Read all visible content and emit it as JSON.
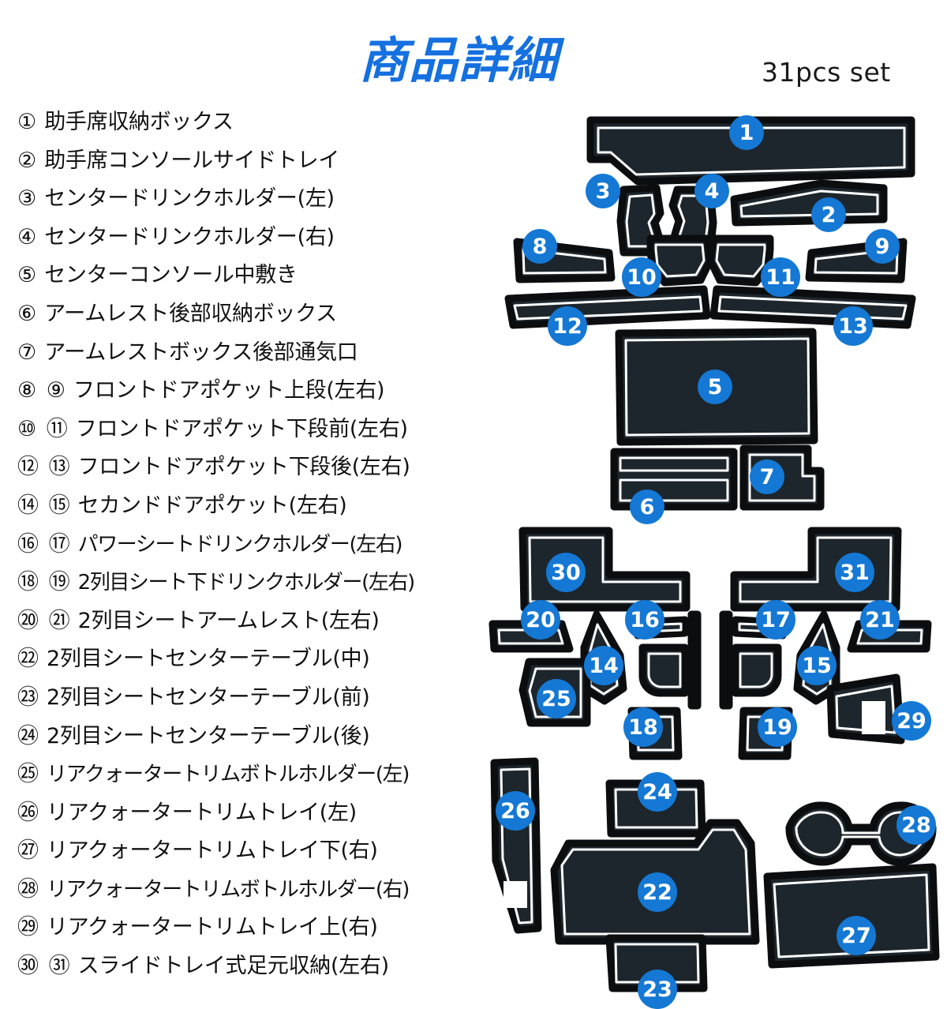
{
  "header": {
    "title": "商品詳細",
    "count_label": "31pcs set",
    "title_color": "#1570e0"
  },
  "colors": {
    "badge": "#1478d4",
    "badge_text": "#ffffff",
    "part_fill": "#1d262c",
    "part_edge": "#0b0d0f",
    "part_highlight": "#ffffff",
    "text": "#111111"
  },
  "legend": [
    {
      "numbers": "①",
      "text": "助手席収納ボックス"
    },
    {
      "numbers": "②",
      "text": "助手席コンソールサイドトレイ"
    },
    {
      "numbers": "③",
      "text": "センタードリンクホルダー(左)"
    },
    {
      "numbers": "④",
      "text": "センタードリンクホルダー(右)"
    },
    {
      "numbers": "⑤",
      "text": "センターコンソール中敷き"
    },
    {
      "numbers": "⑥",
      "text": "アームレスト後部収納ボックス"
    },
    {
      "numbers": "⑦",
      "text": "アームレストボックス後部通気口"
    },
    {
      "numbers": "⑧ ⑨",
      "text": "フロントドアポケット上段(左右)"
    },
    {
      "numbers": "⑩ ⑪",
      "text": "フロントドアポケット下段前(左右)"
    },
    {
      "numbers": "⑫ ⑬",
      "text": "フロントドアポケット下段後(左右)"
    },
    {
      "numbers": "⑭ ⑮",
      "text": "セカンドドアポケット(左右)"
    },
    {
      "numbers": "⑯ ⑰",
      "text": "パワーシートドリンクホルダー(左右)"
    },
    {
      "numbers": "⑱ ⑲",
      "text": "2列目シート下ドリンクホルダー(左右)"
    },
    {
      "numbers": "⑳ ㉑",
      "text": "2列目シートアームレスト(左右)"
    },
    {
      "numbers": "㉒",
      "text": "2列目シートセンターテーブル(中)"
    },
    {
      "numbers": "㉓",
      "text": "2列目シートセンターテーブル(前)"
    },
    {
      "numbers": "㉔",
      "text": "2列目シートセンターテーブル(後)"
    },
    {
      "numbers": "㉕",
      "text": "リアクォータートリムボトルホルダー(左)"
    },
    {
      "numbers": "㉖",
      "text": "リアクォータートリムトレイ(左)"
    },
    {
      "numbers": "㉗",
      "text": "リアクォータートリムトレイ下(右)"
    },
    {
      "numbers": "㉘",
      "text": "リアクォータートリムボトルホルダー(右)"
    },
    {
      "numbers": "㉙",
      "text": "リアクォータートリムトレイ上(右)"
    },
    {
      "numbers": "㉚ ㉛",
      "text": "スライドトレイ式足元収納(左右)"
    }
  ],
  "parts": [
    {
      "id": "1",
      "name": "passenger-storage-box-mat"
    },
    {
      "id": "2",
      "name": "passenger-console-side-tray-mat"
    },
    {
      "id": "3",
      "name": "center-drink-holder-left-mat"
    },
    {
      "id": "4",
      "name": "center-drink-holder-right-mat"
    },
    {
      "id": "5",
      "name": "center-console-liner-mat"
    },
    {
      "id": "6",
      "name": "armrest-rear-storage-box-mat"
    },
    {
      "id": "7",
      "name": "armrest-box-rear-vent-mat"
    },
    {
      "id": "8",
      "name": "front-door-pocket-upper-left-mat"
    },
    {
      "id": "9",
      "name": "front-door-pocket-upper-right-mat"
    },
    {
      "id": "10",
      "name": "front-door-pocket-lower-front-left-mat"
    },
    {
      "id": "11",
      "name": "front-door-pocket-lower-front-right-mat"
    },
    {
      "id": "12",
      "name": "front-door-pocket-lower-rear-left-mat"
    },
    {
      "id": "13",
      "name": "front-door-pocket-lower-rear-right-mat"
    },
    {
      "id": "14",
      "name": "second-door-pocket-left-mat"
    },
    {
      "id": "15",
      "name": "second-door-pocket-right-mat"
    },
    {
      "id": "16",
      "name": "power-seat-drink-holder-left-mat"
    },
    {
      "id": "17",
      "name": "power-seat-drink-holder-right-mat"
    },
    {
      "id": "18",
      "name": "second-row-under-seat-drink-holder-left-mat"
    },
    {
      "id": "19",
      "name": "second-row-under-seat-drink-holder-right-mat"
    },
    {
      "id": "20",
      "name": "second-row-seat-armrest-left-mat"
    },
    {
      "id": "21",
      "name": "second-row-seat-armrest-right-mat"
    },
    {
      "id": "22",
      "name": "second-row-center-table-middle-mat"
    },
    {
      "id": "23",
      "name": "second-row-center-table-front-mat"
    },
    {
      "id": "24",
      "name": "second-row-center-table-rear-mat"
    },
    {
      "id": "25",
      "name": "rear-quarter-trim-bottle-holder-left-mat"
    },
    {
      "id": "26",
      "name": "rear-quarter-trim-tray-left-mat"
    },
    {
      "id": "27",
      "name": "rear-quarter-trim-tray-lower-right-mat"
    },
    {
      "id": "28",
      "name": "rear-quarter-trim-bottle-holder-right-mat"
    },
    {
      "id": "29",
      "name": "rear-quarter-trim-tray-upper-right-mat"
    },
    {
      "id": "30",
      "name": "slide-tray-footwell-storage-left-mat"
    },
    {
      "id": "31",
      "name": "slide-tray-footwell-storage-right-mat"
    }
  ]
}
